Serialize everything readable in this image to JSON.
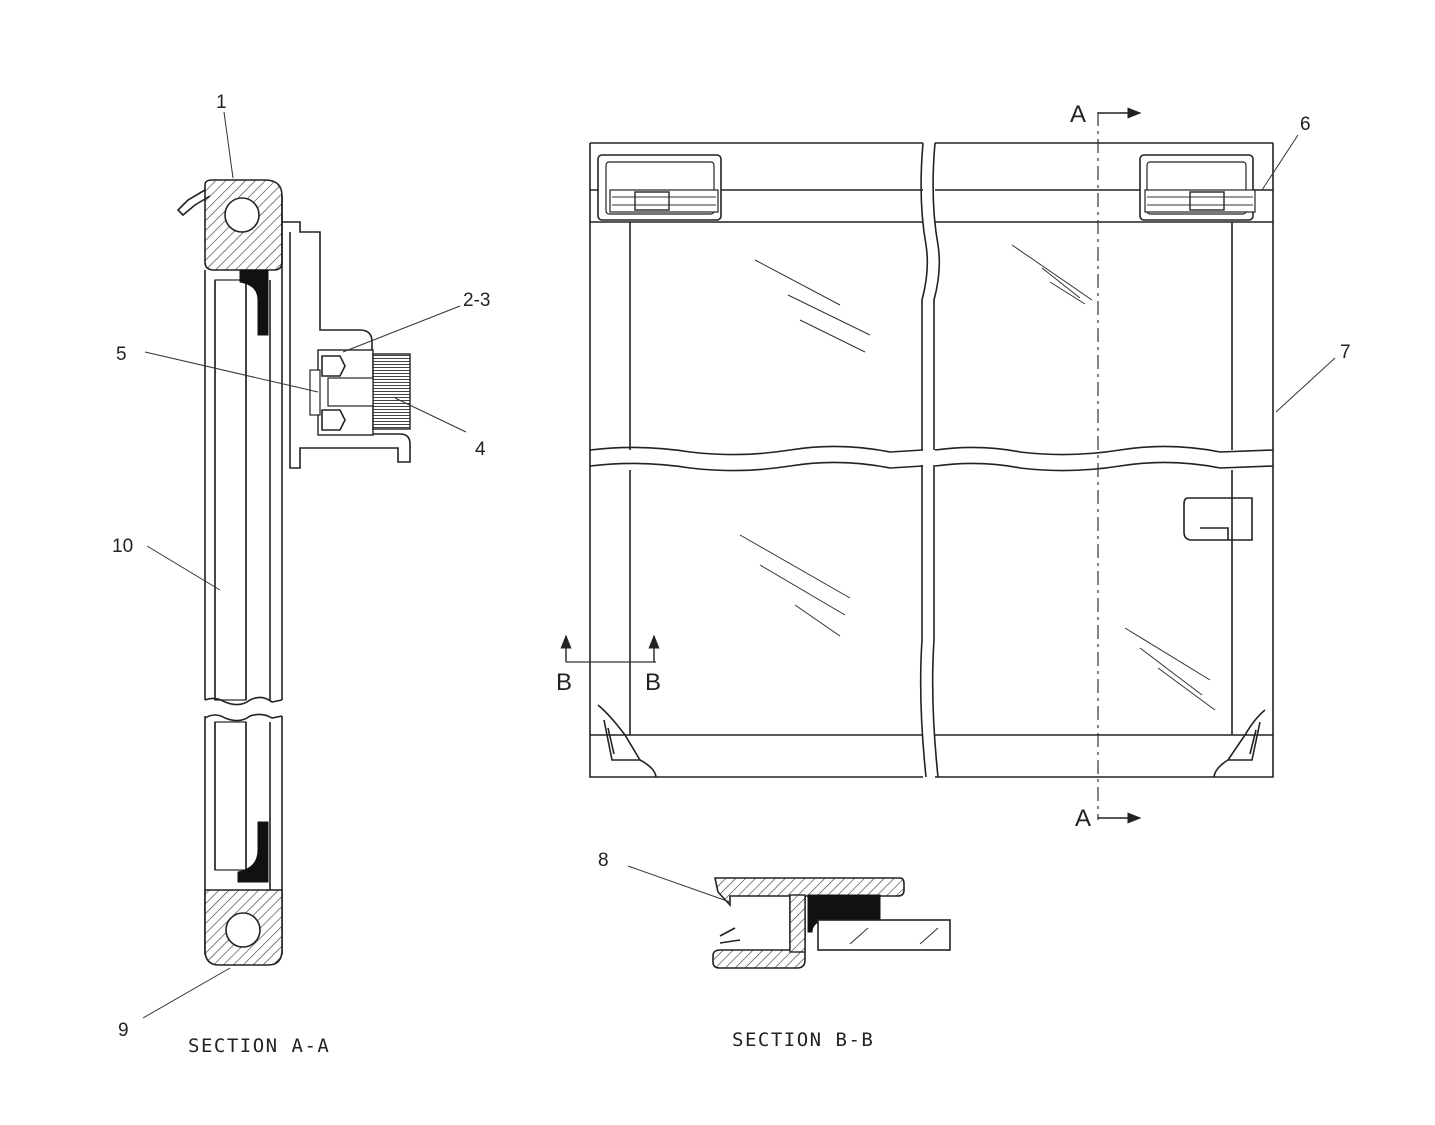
{
  "callouts": {
    "c1": "1",
    "c2_3": "2-3",
    "c4": "4",
    "c5": "5",
    "c6": "6",
    "c7": "7",
    "c8": "8",
    "c9": "9",
    "c10": "10"
  },
  "section_marks": {
    "a_top": "A",
    "a_bottom": "A",
    "b_left": "B",
    "b_right": "B"
  },
  "captions": {
    "section_aa": "SECTION A-A",
    "section_bb": "SECTION B-B"
  }
}
